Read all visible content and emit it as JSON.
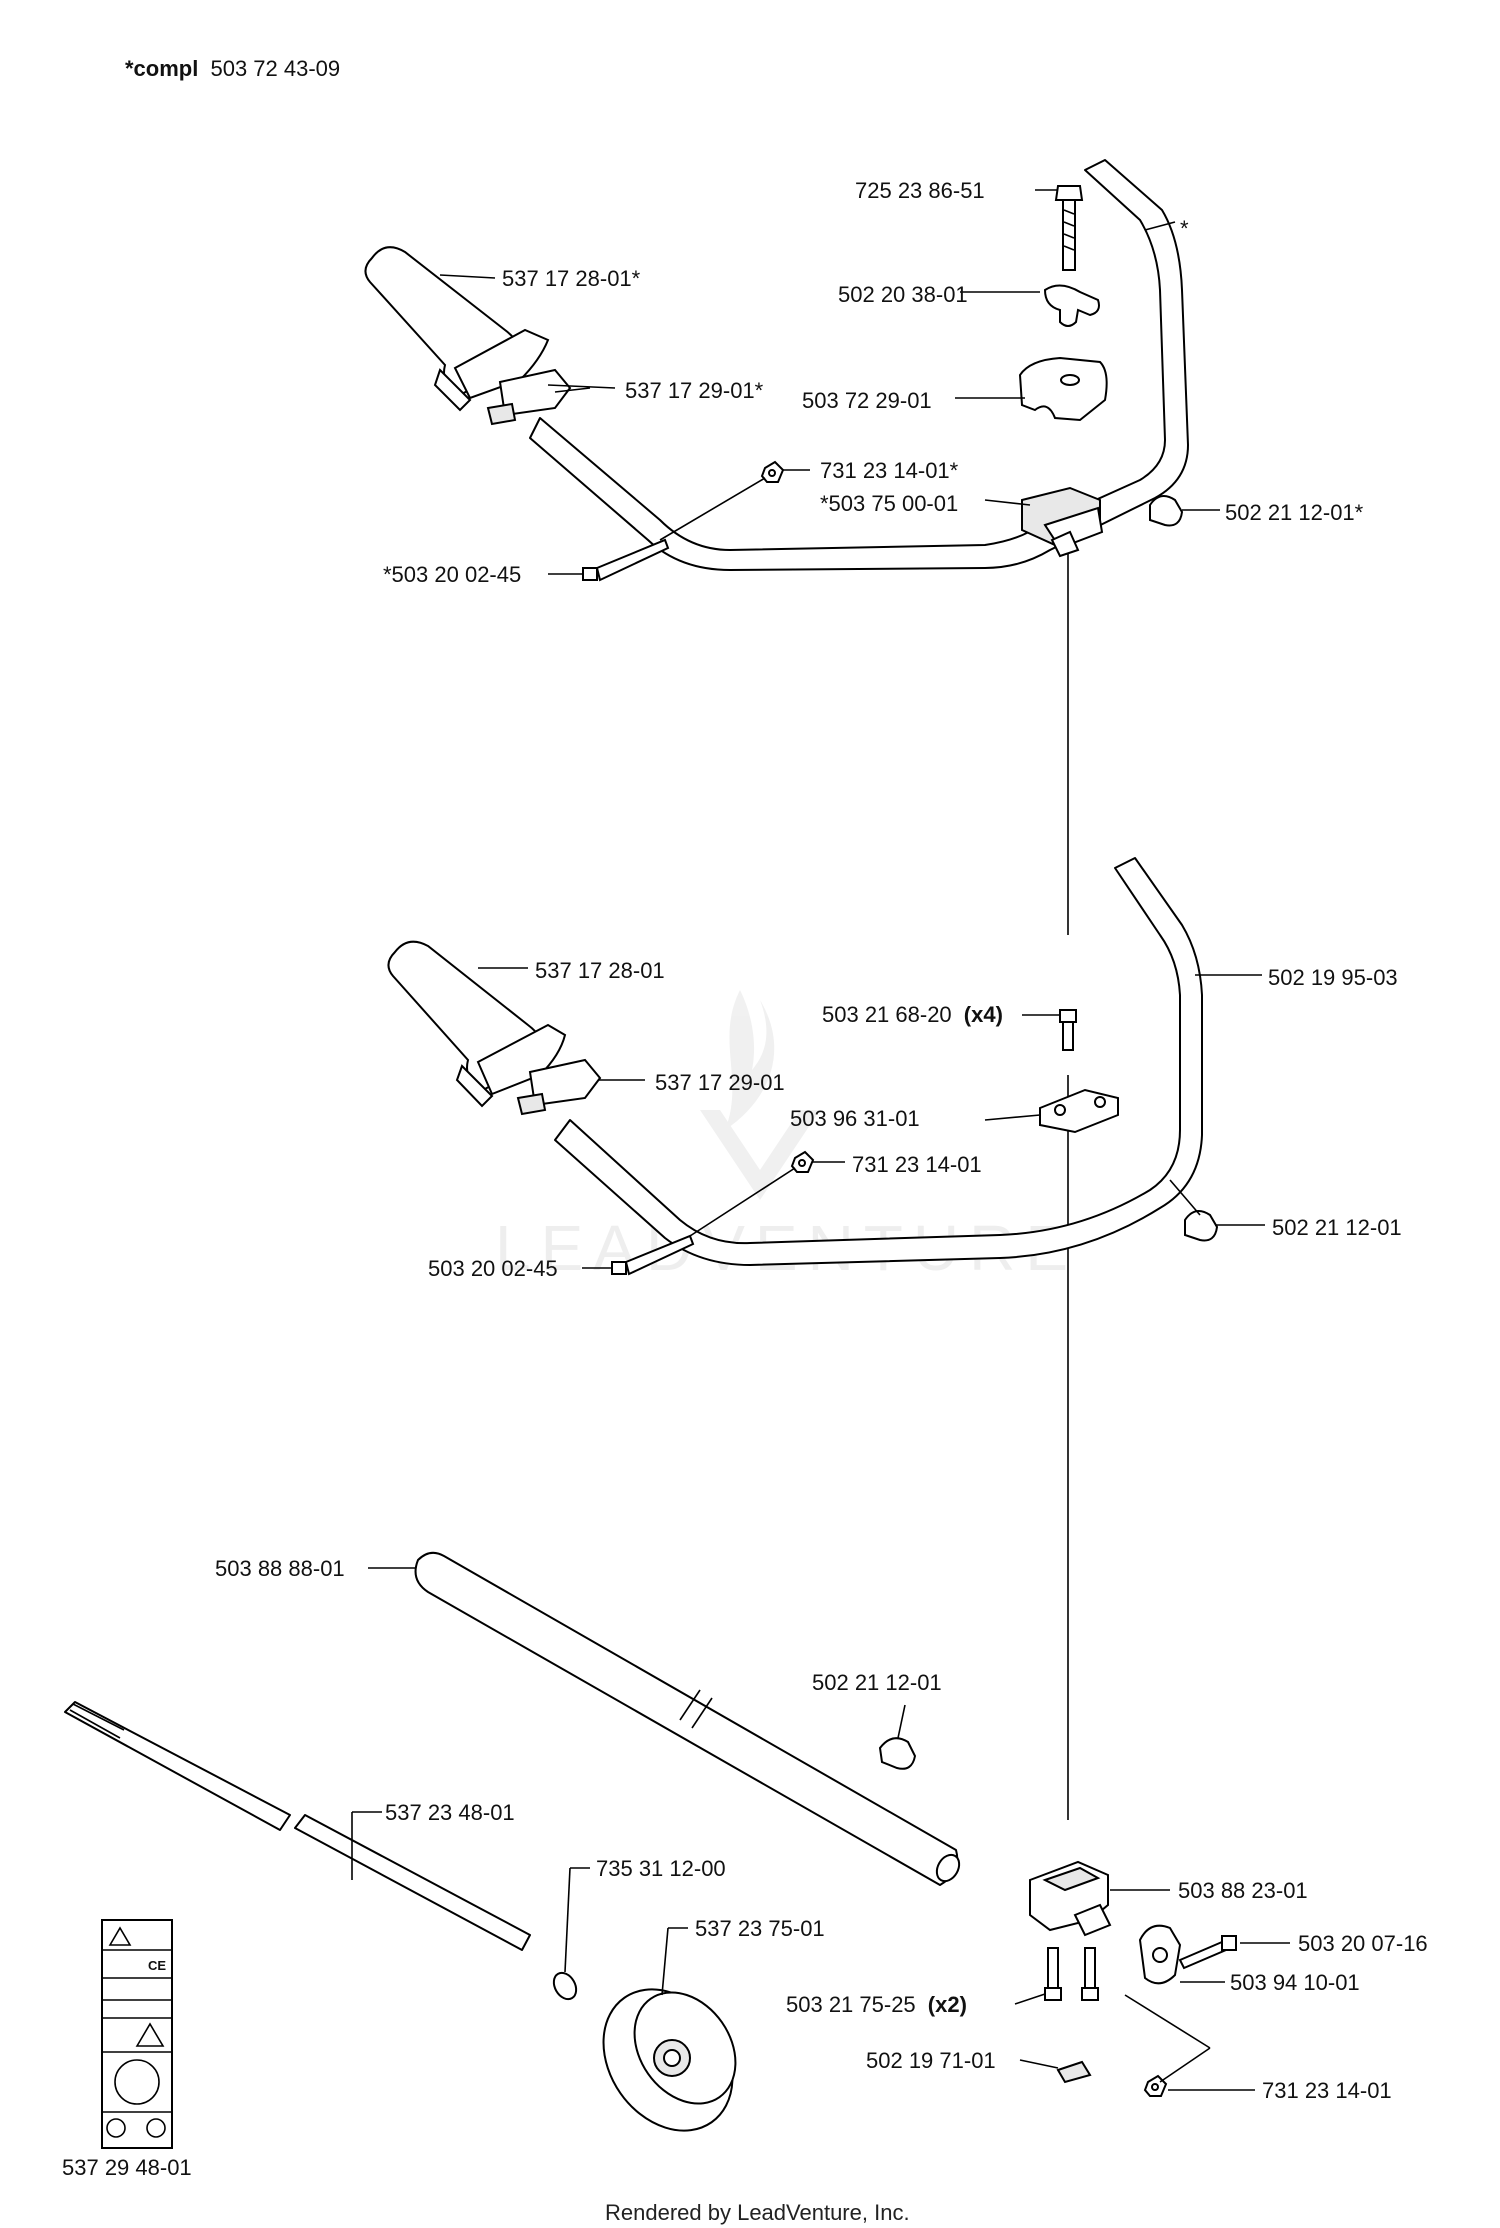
{
  "header": {
    "compl_prefix": "*compl",
    "compl_number": "503 72 43-09"
  },
  "watermark": "LEADVENTURE",
  "footer": "Rendered by LeadVenture, Inc.",
  "groups": {
    "upper_handle": {
      "labels": [
        {
          "id": "bolt",
          "text": "725 23 86-51"
        },
        {
          "id": "star",
          "text": "*"
        },
        {
          "id": "grip",
          "text": "537 17 28-01*"
        },
        {
          "id": "knob",
          "text": "502 20 38-01"
        },
        {
          "id": "throttle",
          "text": "537 17 29-01*"
        },
        {
          "id": "clamp-top",
          "text": "503 72 29-01"
        },
        {
          "id": "nut",
          "text": "731 23 14-01*"
        },
        {
          "id": "clamp",
          "text": "*503 75 00-01"
        },
        {
          "id": "guard",
          "text": "502 21 12-01*"
        },
        {
          "id": "screw",
          "text": "*503 20 02-45"
        }
      ]
    },
    "middle_handle": {
      "labels": [
        {
          "id": "grip",
          "text": "537 17 28-01"
        },
        {
          "id": "bar",
          "text": "502 19 95-03"
        },
        {
          "id": "screws",
          "text": "503 21 68-20",
          "qty": "(x4)"
        },
        {
          "id": "throttle",
          "text": "537 17 29-01"
        },
        {
          "id": "bracket",
          "text": "503 96 31-01"
        },
        {
          "id": "nut",
          "text": "731 23 14-01"
        },
        {
          "id": "guard",
          "text": "502 21 12-01"
        },
        {
          "id": "screw",
          "text": "503 20 02-45"
        }
      ]
    },
    "shaft_assembly": {
      "labels": [
        {
          "id": "tube",
          "text": "503 88 88-01"
        },
        {
          "id": "guard",
          "text": "502 21 12-01"
        },
        {
          "id": "driveshaft",
          "text": "537 23 48-01"
        },
        {
          "id": "ring",
          "text": "735 31 12-00"
        },
        {
          "id": "drum",
          "text": "537 23 75-01"
        },
        {
          "id": "clamp",
          "text": "503 88 23-01"
        },
        {
          "id": "screw",
          "text": "503 20 07-16"
        },
        {
          "id": "bracket",
          "text": "503 94 10-01"
        },
        {
          "id": "screws",
          "text": "503 21 75-25",
          "qty": "(x2)"
        },
        {
          "id": "plate",
          "text": "502 19 71-01"
        },
        {
          "id": "nut",
          "text": "731 23 14-01"
        },
        {
          "id": "decal",
          "text": "537 29 48-01"
        }
      ]
    }
  },
  "decal_symbols": {
    "ce": "CE"
  }
}
